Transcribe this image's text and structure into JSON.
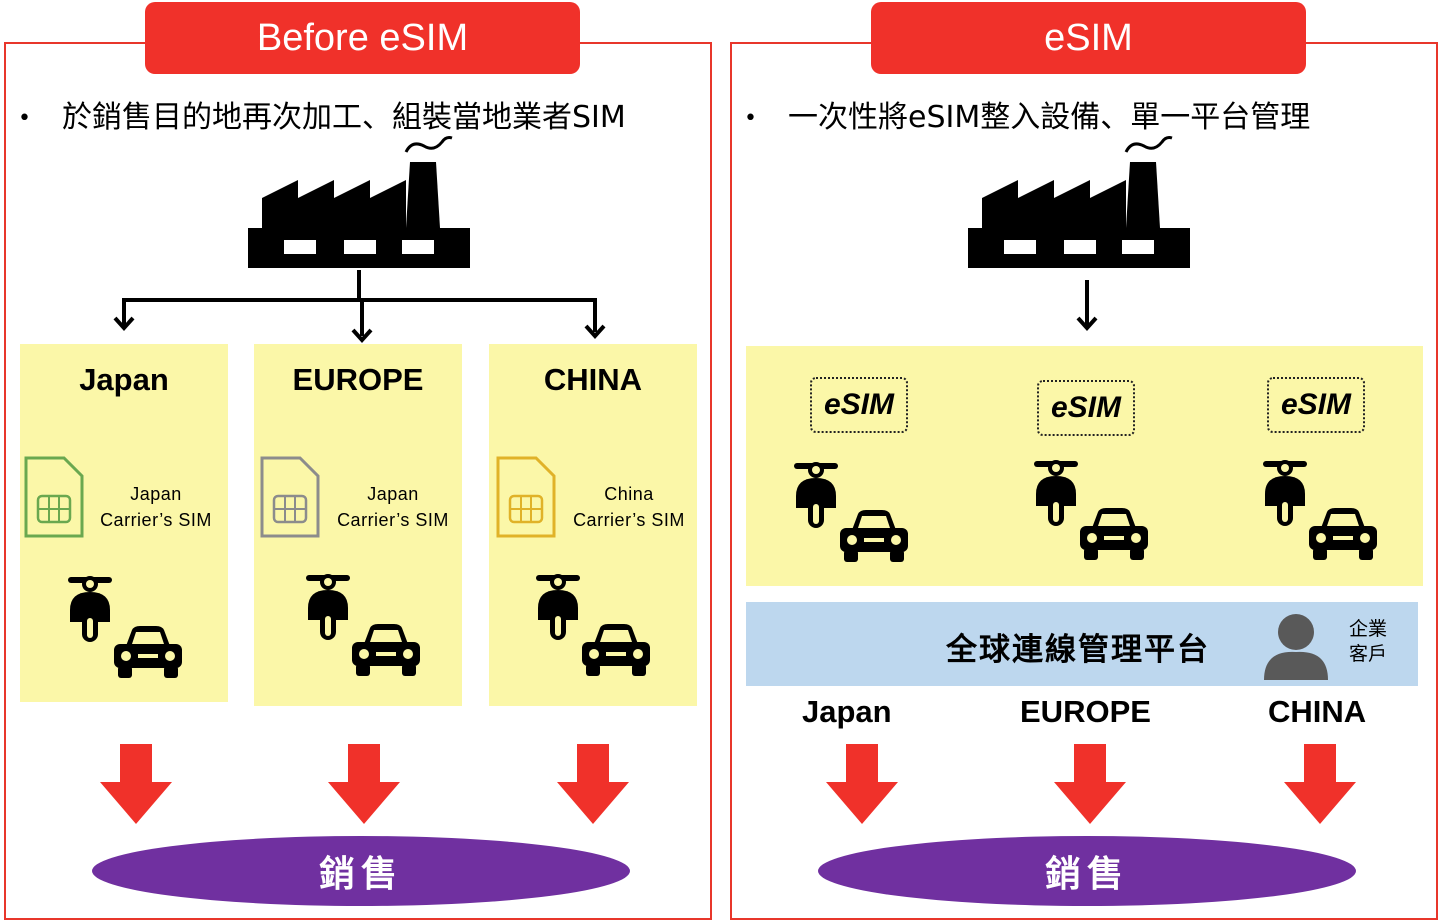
{
  "left": {
    "title": "Before eSIM",
    "bullet": "於銷售目的地再次加工、組裝當地業者SIM",
    "regions": [
      {
        "name": "Japan",
        "sim_line1": "Japan",
        "sim_line2": "Carrier’s SIM",
        "sim_color": "#6aa84f"
      },
      {
        "name": "EUROPE",
        "sim_line1": "Japan",
        "sim_line2": "Carrier’s SIM",
        "sim_color": "#8c8c8c"
      },
      {
        "name": "CHINA",
        "sim_line1": "China",
        "sim_line2": "Carrier’s SIM",
        "sim_color": "#e0b228"
      }
    ],
    "sales": "銷售"
  },
  "right": {
    "title": "eSIM",
    "bullet": "一次性將eSIM整入設備、單一平台管理",
    "chips": [
      "eSIM",
      "eSIM",
      "eSIM"
    ],
    "platform": "全球連線管理平台",
    "user_line1": "企業",
    "user_line2": "客戶",
    "regions": [
      "Japan",
      "EUROPE",
      "CHINA"
    ],
    "sales": "銷售"
  },
  "colors": {
    "accent_red": "#f0312a",
    "panel_border": "#e8362b",
    "region_yellow": "#fbf7a8",
    "platform_blue": "#bdd7ee",
    "sales_purple": "#7030a0"
  },
  "icons": [
    "factory-icon",
    "sim-card-icon",
    "scooter-icon",
    "car-icon",
    "user-icon",
    "down-arrow-icon"
  ]
}
